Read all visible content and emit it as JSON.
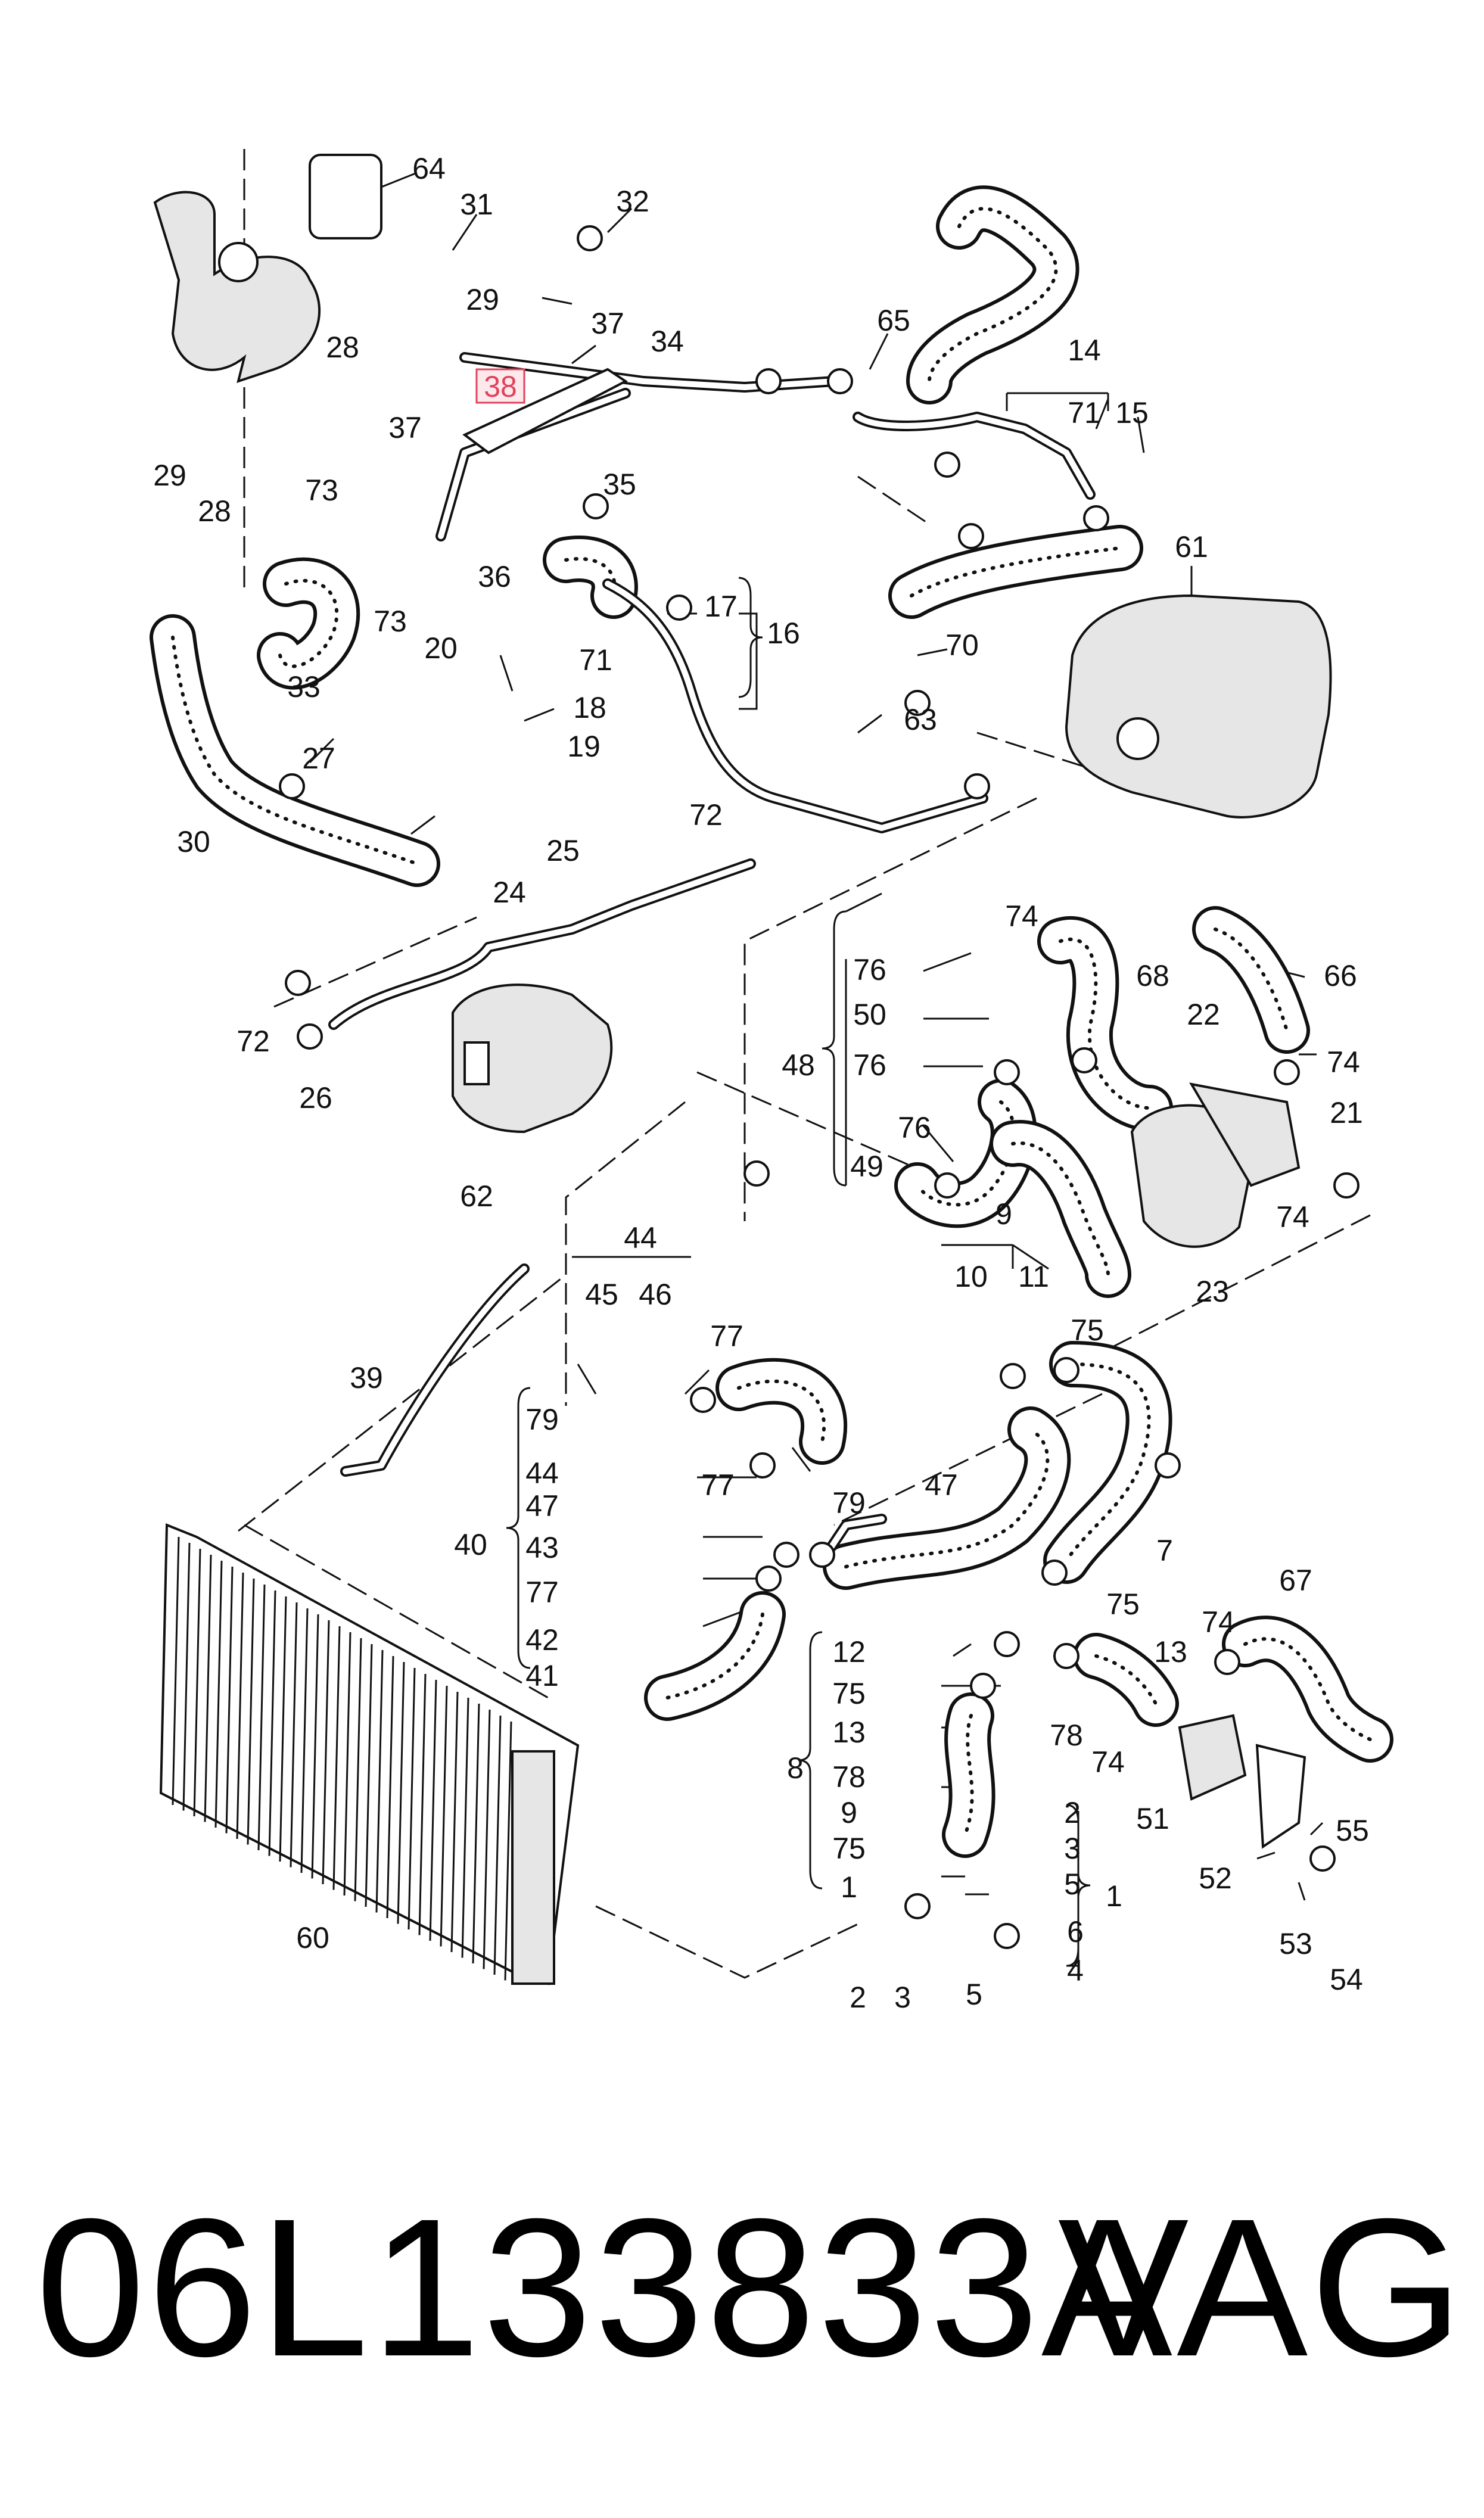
{
  "diagram": {
    "highlight_label": "38",
    "hose_color": "#111111",
    "hose_fill": "#ffffff",
    "highlight_color": "#e0435c",
    "labels": [
      {
        "id": "64",
        "text": "64"
      },
      {
        "id": "31",
        "text": "31"
      },
      {
        "id": "32",
        "text": "32"
      },
      {
        "id": "29a",
        "text": "29"
      },
      {
        "id": "37a",
        "text": "37"
      },
      {
        "id": "34",
        "text": "34"
      },
      {
        "id": "65",
        "text": "65"
      },
      {
        "id": "14",
        "text": "14"
      },
      {
        "id": "71a",
        "text": "71"
      },
      {
        "id": "15",
        "text": "15"
      },
      {
        "id": "28a",
        "text": "28"
      },
      {
        "id": "37b",
        "text": "37"
      },
      {
        "id": "29b",
        "text": "29"
      },
      {
        "id": "28b",
        "text": "28"
      },
      {
        "id": "73a",
        "text": "73"
      },
      {
        "id": "35",
        "text": "35"
      },
      {
        "id": "61",
        "text": "61"
      },
      {
        "id": "36",
        "text": "36"
      },
      {
        "id": "73b",
        "text": "73"
      },
      {
        "id": "17",
        "text": "17"
      },
      {
        "id": "16",
        "text": "16"
      },
      {
        "id": "70",
        "text": "70"
      },
      {
        "id": "20",
        "text": "20"
      },
      {
        "id": "71b",
        "text": "71"
      },
      {
        "id": "33",
        "text": "33"
      },
      {
        "id": "18",
        "text": "18"
      },
      {
        "id": "63",
        "text": "63"
      },
      {
        "id": "19",
        "text": "19"
      },
      {
        "id": "27",
        "text": "27"
      },
      {
        "id": "30",
        "text": "30"
      },
      {
        "id": "72a",
        "text": "72"
      },
      {
        "id": "25",
        "text": "25"
      },
      {
        "id": "24",
        "text": "24"
      },
      {
        "id": "74a",
        "text": "74"
      },
      {
        "id": "76a",
        "text": "76"
      },
      {
        "id": "68",
        "text": "68"
      },
      {
        "id": "66",
        "text": "66"
      },
      {
        "id": "50",
        "text": "50"
      },
      {
        "id": "72b",
        "text": "72"
      },
      {
        "id": "22",
        "text": "22"
      },
      {
        "id": "48",
        "text": "48"
      },
      {
        "id": "76b",
        "text": "76"
      },
      {
        "id": "74b",
        "text": "74"
      },
      {
        "id": "26",
        "text": "26"
      },
      {
        "id": "21",
        "text": "21"
      },
      {
        "id": "76c",
        "text": "76"
      },
      {
        "id": "49",
        "text": "49"
      },
      {
        "id": "74c",
        "text": "74"
      },
      {
        "id": "62",
        "text": "62"
      },
      {
        "id": "23",
        "text": "23"
      },
      {
        "id": "9a",
        "text": "9"
      },
      {
        "id": "44a",
        "text": "44"
      },
      {
        "id": "10",
        "text": "10"
      },
      {
        "id": "11",
        "text": "11"
      },
      {
        "id": "45",
        "text": "45"
      },
      {
        "id": "46",
        "text": "46"
      },
      {
        "id": "77a",
        "text": "77"
      },
      {
        "id": "75a",
        "text": "75"
      },
      {
        "id": "39",
        "text": "39"
      },
      {
        "id": "79a",
        "text": "79"
      },
      {
        "id": "44b",
        "text": "44"
      },
      {
        "id": "47a",
        "text": "47"
      },
      {
        "id": "77b",
        "text": "77"
      },
      {
        "id": "47b",
        "text": "47"
      },
      {
        "id": "79b",
        "text": "79"
      },
      {
        "id": "7",
        "text": "7"
      },
      {
        "id": "40",
        "text": "40"
      },
      {
        "id": "43",
        "text": "43"
      },
      {
        "id": "77c",
        "text": "77"
      },
      {
        "id": "75b",
        "text": "75"
      },
      {
        "id": "67",
        "text": "67"
      },
      {
        "id": "42",
        "text": "42"
      },
      {
        "id": "12",
        "text": "12"
      },
      {
        "id": "74d",
        "text": "74"
      },
      {
        "id": "13a",
        "text": "13"
      },
      {
        "id": "41",
        "text": "41"
      },
      {
        "id": "75c",
        "text": "75"
      },
      {
        "id": "13b",
        "text": "13"
      },
      {
        "id": "78a",
        "text": "78"
      },
      {
        "id": "74e",
        "text": "74"
      },
      {
        "id": "8",
        "text": "8"
      },
      {
        "id": "78b",
        "text": "78"
      },
      {
        "id": "9b",
        "text": "9"
      },
      {
        "id": "51",
        "text": "51"
      },
      {
        "id": "55",
        "text": "55"
      },
      {
        "id": "2a",
        "text": "2"
      },
      {
        "id": "3a",
        "text": "3"
      },
      {
        "id": "75d",
        "text": "75"
      },
      {
        "id": "5a",
        "text": "5"
      },
      {
        "id": "52",
        "text": "52"
      },
      {
        "id": "1a",
        "text": "1"
      },
      {
        "id": "1b",
        "text": "1"
      },
      {
        "id": "53",
        "text": "53"
      },
      {
        "id": "6",
        "text": "6"
      },
      {
        "id": "60",
        "text": "60"
      },
      {
        "id": "4",
        "text": "4"
      },
      {
        "id": "54",
        "text": "54"
      },
      {
        "id": "2b",
        "text": "2"
      },
      {
        "id": "3b",
        "text": "3"
      },
      {
        "id": "5b",
        "text": "5"
      }
    ]
  },
  "footer": {
    "part_number": "06L133833A",
    "brand": "VAG"
  }
}
